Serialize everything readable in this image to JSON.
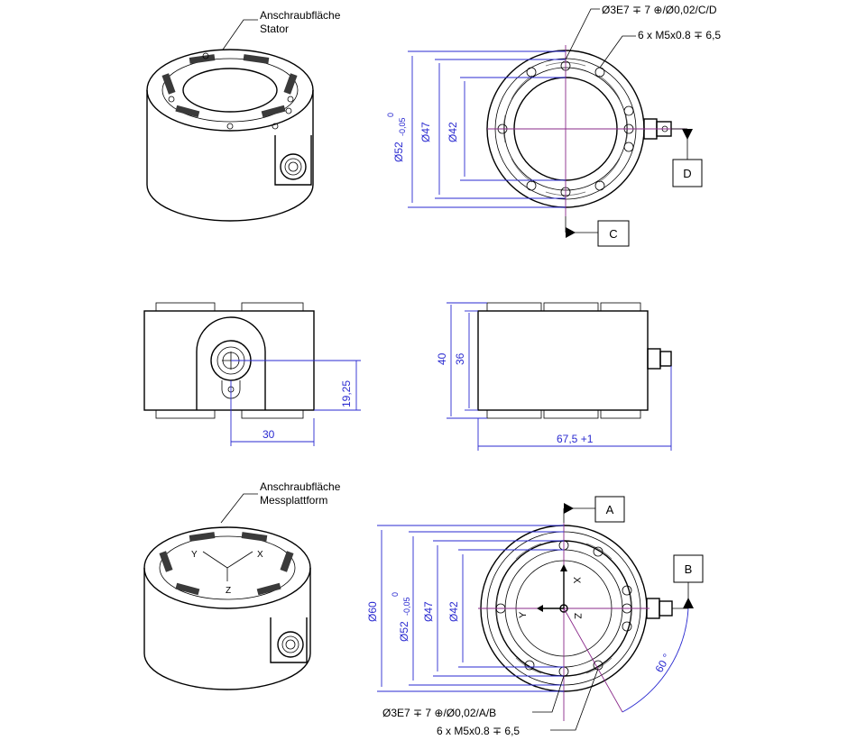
{
  "labels": {
    "top_iso_label_1": "Anschraubfläche",
    "top_iso_label_2": "Stator",
    "bottom_iso_label_1": "Anschraubfläche",
    "bottom_iso_label_2": "Messplattform"
  },
  "callouts": {
    "top_hole_spec": "Ø3E7 ∓ 7 ⊕/Ø0,02/C/D",
    "top_thread_spec": "6 x M5x0.8 ∓ 6,5",
    "bottom_hole_spec": "Ø3E7 ∓ 7 ⊕/Ø0,02/A/B",
    "bottom_thread_spec": "6 x M5x0.8 ∓ 6,5"
  },
  "dimensions": {
    "top_d52": "Ø52",
    "top_d52_upper": "0",
    "top_d52_lower": "-0,05",
    "top_d47": "Ø47",
    "top_d42": "Ø42",
    "side_h1925": "19,25",
    "side_w30": "30",
    "front_h40": "40",
    "front_h36": "36",
    "front_w675": "67,5 +1",
    "bot_d60": "Ø60",
    "bot_d52": "Ø52",
    "bot_d52_upper": "0",
    "bot_d52_lower": "-0,05",
    "bot_d47": "Ø47",
    "bot_d42": "Ø42",
    "bot_angle": "60 °"
  },
  "datums": {
    "c": "C",
    "d": "D",
    "a": "A",
    "b": "B"
  },
  "axes": {
    "x": "X",
    "y": "Y",
    "z": "Z"
  }
}
